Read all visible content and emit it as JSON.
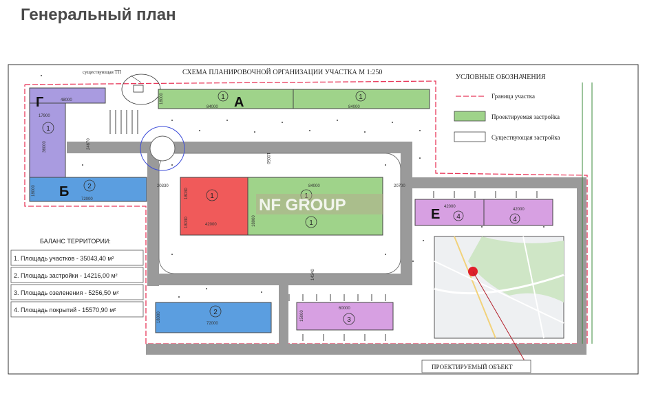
{
  "page_title": "Генеральный план",
  "plan": {
    "title": "СХЕМА ПЛАНИРОВОЧНОЙ ОРГАНИЗАЦИИ УЧАСТКА   М 1:250",
    "tp_label": "существующая ТП",
    "watermark": "NF GROUP"
  },
  "legend": {
    "title": "УСЛОВНЫЕ ОБОЗНАЧЕНИЯ",
    "items": [
      {
        "label": "Граница участка",
        "color": "#e8385a"
      },
      {
        "label": "Проектируемая застройка",
        "color": "#9fd38a"
      },
      {
        "label": "Существующая застройка",
        "color": "#ffffff"
      }
    ]
  },
  "balance": {
    "title": "БАЛАНС ТЕРРИТОРИИ:",
    "rows": [
      "1.  Площадь участков  - 35043,40 м²",
      "2.  Площадь застройки  - 14216,00 м²",
      "3.  Площадь озеленения - 5256,50 м²",
      "4.  Площадь покрытий  - 15570,90 м²"
    ]
  },
  "object_label": "ПРОЕКТИРУЕМЫЙ ОБЪЕКТ",
  "buildings": {
    "A": {
      "letter": "А",
      "nums": [
        "1",
        "1"
      ],
      "dims": [
        "84000",
        "84000",
        "18000"
      ]
    },
    "G": {
      "letter": "Г",
      "nums": [
        "1"
      ],
      "dims": [
        "48000",
        "17900",
        "36000"
      ]
    },
    "B": {
      "letter": "Б",
      "nums": [
        "2"
      ],
      "dims": [
        "72000",
        "18000"
      ]
    },
    "red": {
      "nums": [
        "1"
      ],
      "dims": [
        "18030",
        "42000",
        "18030"
      ]
    },
    "center": {
      "nums": [
        "1",
        "1"
      ],
      "dims": [
        "84000",
        "18000"
      ]
    },
    "E": {
      "letter": "Е",
      "nums": [
        "4",
        "4"
      ],
      "dims": [
        "42000",
        "42000"
      ]
    },
    "b2": {
      "nums": [
        "2"
      ],
      "dims": [
        "72000",
        "18000"
      ]
    },
    "b3": {
      "nums": [
        "3"
      ],
      "dims": [
        "60000",
        "15000"
      ]
    }
  },
  "road_dims": [
    "20330",
    "20700",
    "10050",
    "24670",
    "14340"
  ],
  "colors": {
    "projected": "#9fd38a",
    "violet": "#a99be0",
    "blue": "#5b9ee0",
    "red": "#f05a5a",
    "pink": "#d7a0e2",
    "road": "#9a9a9a",
    "boundary": "#e8385a"
  }
}
